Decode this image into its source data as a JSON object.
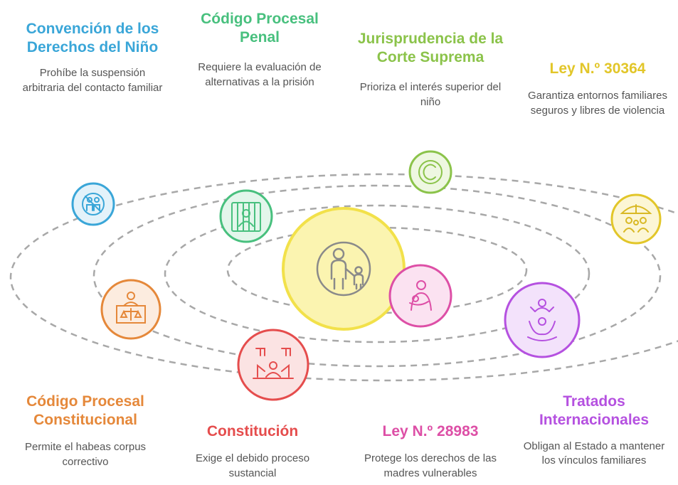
{
  "colors": {
    "blue": "#3aa6d8",
    "green": "#48c07e",
    "lime": "#8bc34a",
    "yellow": "#e2c629",
    "orange": "#e5883a",
    "red": "#e54d4d",
    "pink": "#dd4fa6",
    "purple": "#b551e0",
    "center": "#f2e14a",
    "orbit": "#a8a8a8"
  },
  "items": [
    {
      "title": "Convención de los Derechos del Niño",
      "desc": "Prohíbe la suspensión arbitraria del contacto familiar",
      "color": "#3aa6d8",
      "icon": "family-prohibited-icon"
    },
    {
      "title": "Código Procesal Penal",
      "desc": "Requiere la evaluación de alternativas a la prisión",
      "color": "#48c07e",
      "icon": "prisoner-behind-bars-icon"
    },
    {
      "title": "Jurisprudencia de la Corte Suprema",
      "desc": "Prioriza el interés superior del niño",
      "color": "#8bc34a",
      "icon": "copyright-c-icon"
    },
    {
      "title": "Ley N.º 30364",
      "desc": "Garantiza entornos familiares seguros y libres de violencia",
      "color": "#e2c629",
      "icon": "family-umbrella-icon"
    },
    {
      "title": "Código Procesal Constitucional",
      "desc": "Permite el habeas corpus correctivo",
      "color": "#e5883a",
      "icon": "judge-scales-icon"
    },
    {
      "title": "Constitución",
      "desc": "Exige el debido proceso sustancial",
      "color": "#e54d4d",
      "icon": "people-raising-hands-icon"
    },
    {
      "title": "Ley N.º 28983",
      "desc": "Protege los derechos de las madres vulnerables",
      "color": "#dd4fa6",
      "icon": "mother-holding-baby-icon"
    },
    {
      "title": "Tratados Internacionales",
      "desc": "Obligan al Estado a mantener los vínculos familiares",
      "color": "#b551e0",
      "icon": "people-hugging-icon"
    }
  ],
  "center_icon": "mother-and-child-icon"
}
